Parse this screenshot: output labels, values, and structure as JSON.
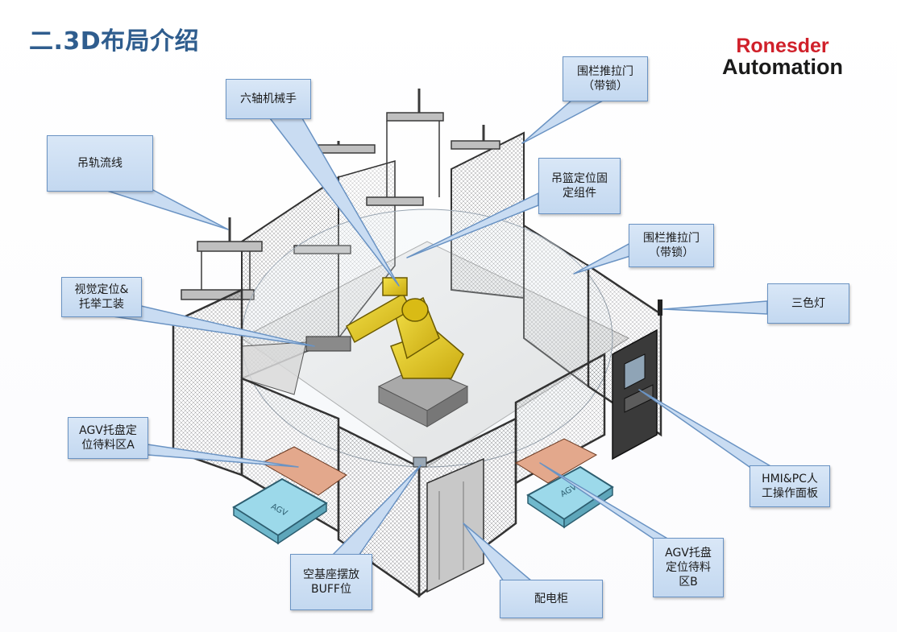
{
  "slide": {
    "title": "二.3D布局介绍",
    "logo_line1": "Ronesder",
    "logo_line2": "Automation"
  },
  "callouts": {
    "six_axis_robot": "六轴机械手",
    "hanging_rail_line": "吊轨流线",
    "fence_door_top": "围栏推拉门\n（带锁）",
    "basket_fixture": "吊篮定位固\n定组件",
    "fence_door_right": "围栏推拉门\n（带锁）",
    "tricolor_light": "三色灯",
    "vision_fixture": "视觉定位&\n托举工装",
    "agv_station_a": "AGV托盘定\n位待料区A",
    "hmi_panel": "HMI&PC人\n工操作面板",
    "agv_station_b": "AGV托盘\n定位待料\n区B",
    "buff_base": "空基座摆放\nBUFF位",
    "electric_cabinet": "配电柜"
  },
  "agv_label": "AGV",
  "colors": {
    "title": "#2f5d8e",
    "logo_red": "#d0202a",
    "robot_yellow": "#e8c81e",
    "agv_cyan": "#8fd3e8",
    "callout_fill": "#c9dcf2",
    "callout_border": "#6a93c3"
  }
}
